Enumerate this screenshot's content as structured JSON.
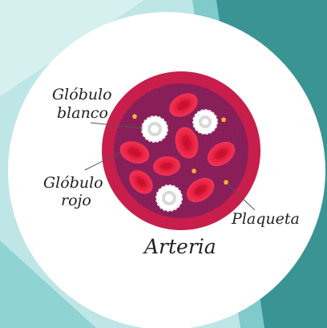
{
  "colors": {
    "bg_teal_light": "#bfe6e6",
    "bg_teal_mid": "#7fcaca",
    "bg_teal_dark": "#3a9494",
    "circle_white": "#ffffff",
    "artery_outer": "#c81e4c",
    "artery_inner": "#8a1f5a",
    "red_cell": "#e8203f",
    "red_cell_dark": "#b81235",
    "white_cell": "#ffffff",
    "white_cell_shade": "#d9d9d9",
    "platelet": "#f5b12a",
    "leader_line": "#555555",
    "label_text": "#222222"
  },
  "labels": {
    "white_cell_line1": "Glóbulo",
    "white_cell_line2": "blanco",
    "red_cell_line1": "Glóbulo",
    "red_cell_line2": "rojo",
    "platelet": "Plaqueta",
    "artery": "Arteria"
  }
}
